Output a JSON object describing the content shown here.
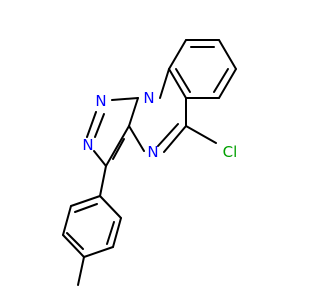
{
  "atoms": {
    "n1": {
      "symbol": "N",
      "color": "#0000ff"
    },
    "n2": {
      "symbol": "N",
      "color": "#0000ff"
    },
    "n3": {
      "symbol": "N",
      "color": "#0000ff"
    },
    "n4": {
      "symbol": "N",
      "color": "#0000ff"
    },
    "cl": {
      "symbol": "Cl",
      "color": "#00a000"
    }
  },
  "bond_color": "#000000",
  "background": "#ffffff"
}
